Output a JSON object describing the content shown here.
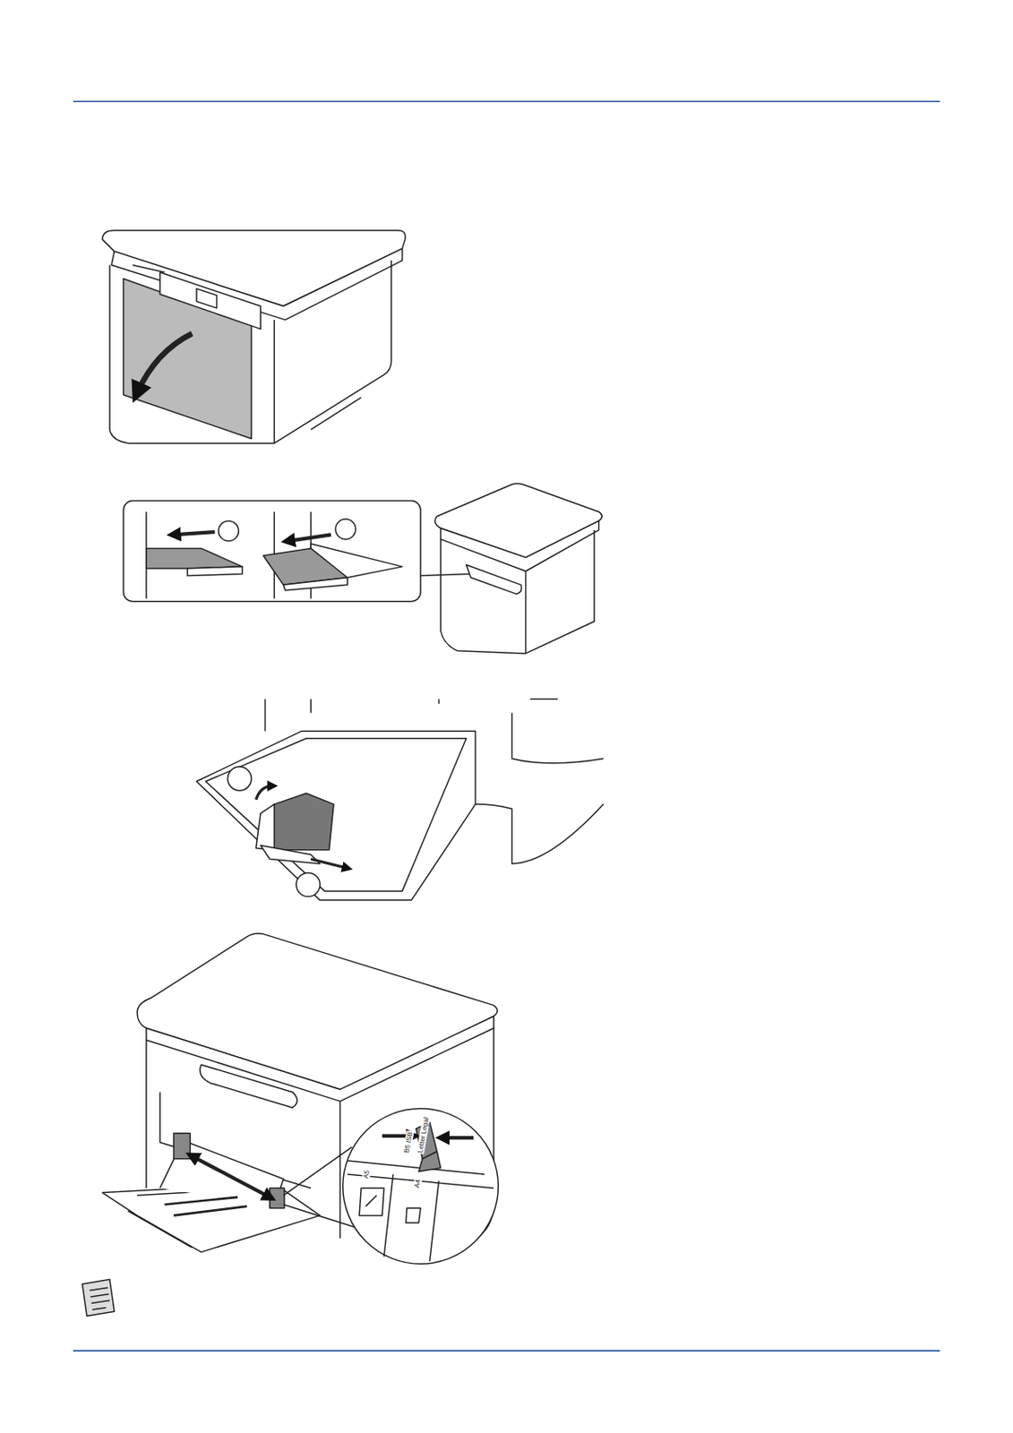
{
  "diagram": {
    "labels": [
      "A5",
      "B5 ISB",
      "Letter Legal",
      "A4"
    ]
  }
}
